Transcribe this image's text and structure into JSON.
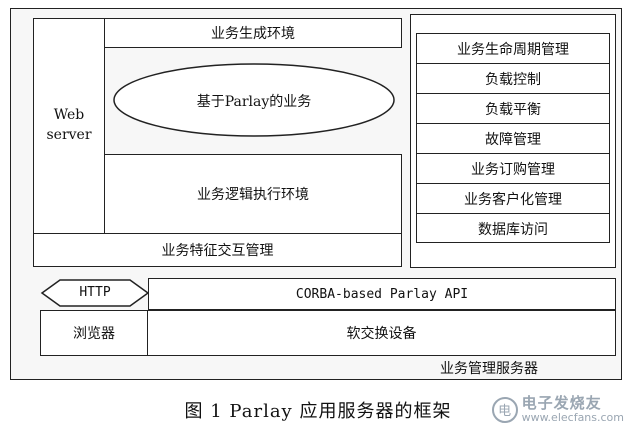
{
  "diagram": {
    "web_server": [
      "Web",
      "server"
    ],
    "service_generation_env": "业务生成环境",
    "parlay_service": "基于Parlay的业务",
    "service_logic_env": "业务逻辑执行环境",
    "service_interaction_mgmt": "业务特征交互管理",
    "right_list": [
      "业务生命周期管理",
      "负载控制",
      "负载平衡",
      "故障管理",
      "业务订购管理",
      "业务客户化管理",
      "数据库访问"
    ],
    "http": "HTTP",
    "corba_api": "CORBA-based Parlay API",
    "browser": "浏览器",
    "softswitch": "软交换设备",
    "service_mgmt_server": "业务管理服务器"
  },
  "caption": "图 1   Parlay 应用服务器的框架",
  "watermark": {
    "logo_glyph": "电",
    "name": "电子发烧友",
    "url": "www.elecfans.com"
  },
  "colors": {
    "line": "#222222",
    "outer_fill": "#f7f7f7",
    "watermark": "#9aa6b2"
  }
}
